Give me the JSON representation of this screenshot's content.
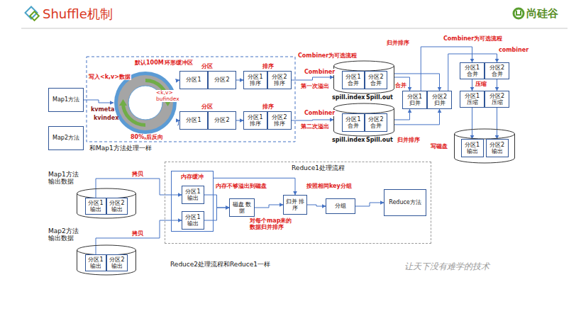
{
  "diagram": {
    "title": "Shuffle机制",
    "nodes": [
      {
        "text": [
          "Map1方法"
        ]
      },
      {
        "text": [
          "Map2方法"
        ]
      },
      {
        "text": [
          "<k,v> bufindex"
        ]
      },
      {
        "text": [
          "分区1"
        ]
      },
      {
        "text": [
          "分区2"
        ]
      },
      {
        "text": [
          "分区1 排序"
        ]
      },
      {
        "text": [
          "分区2 排序"
        ]
      },
      {
        "text": [
          "分区1"
        ]
      },
      {
        "text": [
          "分区2"
        ]
      },
      {
        "text": [
          "分区1 排序"
        ]
      },
      {
        "text": [
          "分区2 排序"
        ]
      },
      {
        "text": [
          "spill.index",
          "Spill.out"
        ]
      },
      {
        "text": [
          "分区1 合并"
        ],
        "in": 11
      },
      {
        "text": [
          "分区2 合并"
        ],
        "in": 11
      },
      {
        "text": [
          "spill.index",
          "Spill.out"
        ]
      },
      {
        "text": [
          "分区1 合并"
        ],
        "in": 14
      },
      {
        "text": [
          "分区2 合并"
        ],
        "in": 14
      },
      {
        "text": [
          "分区1 归并"
        ]
      },
      {
        "text": [
          "分区2 归并"
        ]
      },
      {
        "text": [
          "分区1 合并"
        ]
      },
      {
        "text": [
          "分区2 合并"
        ]
      },
      {
        "text": [
          "分区1 压缩"
        ]
      },
      {
        "text": [
          "分区2 压缩"
        ]
      },
      {
        "text": [
          "写磁盘"
        ]
      },
      {
        "text": [
          "分区1 输出"
        ],
        "in": 23
      },
      {
        "text": [
          "分区2 输出"
        ],
        "in": 23
      },
      {
        "text": [
          "Map1方法 输出数据"
        ]
      },
      {
        "text": [
          "分区1 输出"
        ],
        "in": 26
      },
      {
        "text": [
          "分区2 输出"
        ],
        "in": 26
      },
      {
        "text": [
          "Map2方法 输出数据"
        ]
      },
      {
        "text": [
          "分区1 输出"
        ],
        "in": 29
      },
      {
        "text": [
          "分区2 输出"
        ],
        "in": 29
      },
      {
        "text": [
          "Reduce1处理流程"
        ]
      },
      {
        "text": [
          "内存缓冲"
        ],
        "in": 32
      },
      {
        "text": [
          "分区1 输出"
        ],
        "in": 33
      },
      {
        "text": [
          "分区1 输出"
        ],
        "in": 33
      },
      {
        "text": [
          "磁盘 数据"
        ],
        "in": 32
      },
      {
        "text": [
          "归并 排序"
        ],
        "in": 32
      },
      {
        "text": [
          "分组"
        ],
        "in": 32
      },
      {
        "text": [
          "Reduce方法"
        ],
        "in": 32
      }
    ],
    "edges": [
      {
        "from": 0,
        "to": 2,
        "arrow": "to",
        "label": "写入<k,v>数据"
      },
      {
        "from": 2,
        "to": 3,
        "arrow": "to"
      },
      {
        "from": 2,
        "to": 7,
        "arrow": "to"
      },
      {
        "from": 4,
        "to": 5,
        "arrow": "to"
      },
      {
        "from": 8,
        "to": 9,
        "arrow": "to"
      },
      {
        "from": 6,
        "to": 11,
        "arrow": "to",
        "label": "Combiner"
      },
      {
        "from": 10,
        "to": 14,
        "arrow": "to",
        "label": "Combiner"
      },
      {
        "from": 11,
        "to": 17,
        "arrow": "to"
      },
      {
        "from": 11,
        "to": 18,
        "arrow": "to"
      },
      {
        "from": 14,
        "to": 17,
        "arrow": "to"
      },
      {
        "from": 14,
        "to": 18,
        "arrow": "to"
      },
      {
        "from": 17,
        "to": 19,
        "arrow": "to"
      },
      {
        "from": 18,
        "to": 20,
        "arrow": "to"
      },
      {
        "from": 19,
        "to": 21,
        "arrow": "to"
      },
      {
        "from": 20,
        "to": 22,
        "arrow": "to"
      },
      {
        "from": 21,
        "to": 24,
        "arrow": "to"
      },
      {
        "from": 22,
        "to": 25,
        "arrow": "to"
      },
      {
        "from": 27,
        "to": 34,
        "arrow": "to",
        "label": "拷贝"
      },
      {
        "from": 30,
        "to": 35,
        "arrow": "to",
        "label": "拷贝"
      },
      {
        "from": 34,
        "to": 36,
        "arrow": "to"
      },
      {
        "from": 35,
        "to": 36,
        "arrow": "to"
      },
      {
        "from": 33,
        "to": 37,
        "arrow": "to"
      },
      {
        "from": 36,
        "to": 37,
        "arrow": "to"
      },
      {
        "from": 37,
        "to": 38,
        "arrow": "to"
      },
      {
        "from": 38,
        "to": 39,
        "arrow": "to"
      }
    ],
    "labels": [
      "尚硅谷",
      "默认100M",
      "环形缓冲区",
      "kvmeta",
      "kvindex",
      "80%,后反向",
      "分区",
      "排序",
      "分区",
      "排序",
      "Combiner为可选流程",
      "第一次溢出",
      "第二次溢出",
      "合并",
      "归并排序",
      "归并排序",
      "Combiner为可选流程",
      "combiner",
      "压缩",
      "和Map1方法处理一样",
      "内存不够溢出到磁盘",
      "按照相同key分组",
      "对每个map来的 数据归并排序",
      "Reduce2处理流程和Reduce1一样",
      "让天下没有难学的技术"
    ]
  }
}
